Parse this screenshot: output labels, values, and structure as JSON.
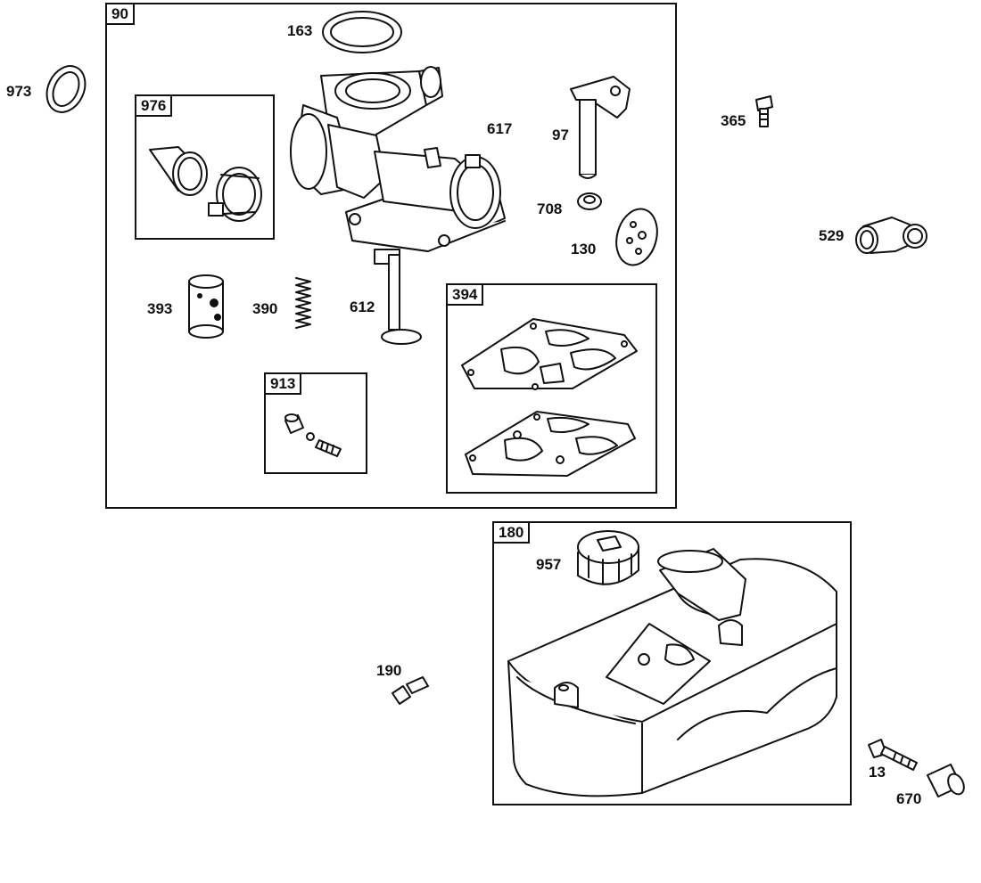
{
  "diagram": {
    "kit_labels": {
      "k90": "90",
      "k976": "976",
      "k394": "394",
      "k913": "913",
      "k180": "180"
    },
    "part_labels": {
      "p163": "163",
      "p973": "973",
      "p617": "617",
      "p97": "97",
      "p365": "365",
      "p708": "708",
      "p130": "130",
      "p529": "529",
      "p393": "393",
      "p390": "390",
      "p612": "612",
      "p957": "957",
      "p190": "190",
      "p13": "13",
      "p670": "670"
    }
  }
}
